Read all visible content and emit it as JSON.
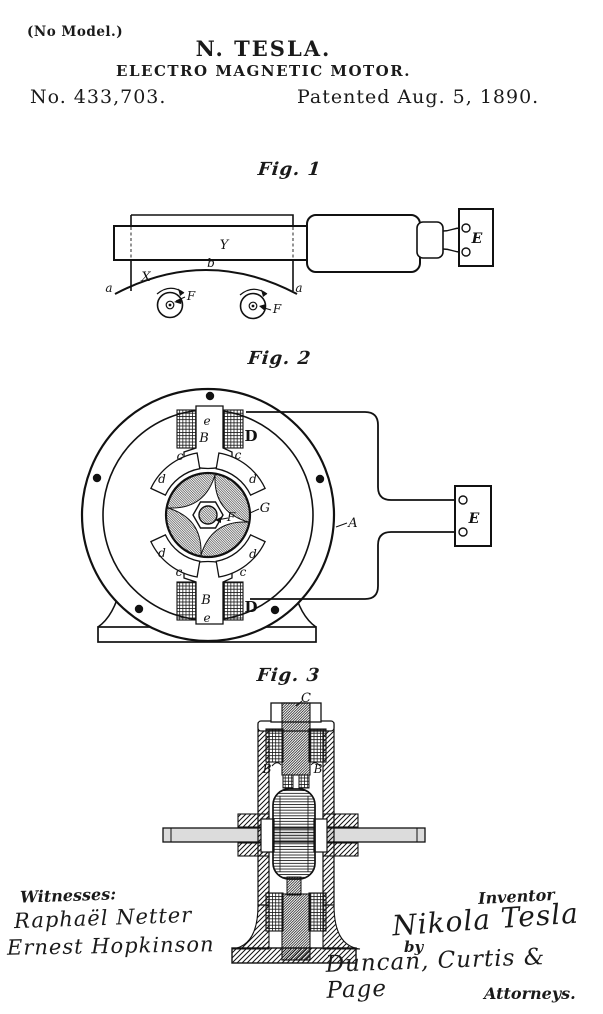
{
  "header": {
    "no_model": "(No Model.)",
    "applicant": "N. TESLA.",
    "invention_title": "ELECTRO MAGNETIC MOTOR.",
    "patent_number": "No. 433,703.",
    "patent_date": "Patented Aug. 5, 1890."
  },
  "figures": {
    "fig1": {
      "caption": "Fig. 1",
      "labels": {
        "Y": "Y",
        "X": "X",
        "b": "b",
        "a": "a",
        "F": "F",
        "E": "E"
      }
    },
    "fig2": {
      "caption": "Fig. 2",
      "labels": {
        "e": "e",
        "B": "B",
        "D": "D",
        "c": "c",
        "d": "d",
        "G": "G",
        "F": "F",
        "A": "A",
        "E": "E"
      }
    },
    "fig3": {
      "caption": "Fig. 3",
      "labels": {
        "C": "C",
        "B": "B"
      }
    }
  },
  "signatures": {
    "witnesses_heading": "Witnesses:",
    "witness_1": "Raphaël Netter",
    "witness_2": "Ernest Hopkinson",
    "inventor_heading": "Inventor",
    "inventor_name": "Nikola Tesla",
    "by_label": "by",
    "attorneys_name": "Duncan, Curtis & Page",
    "attorneys_label": "Attorneys."
  }
}
